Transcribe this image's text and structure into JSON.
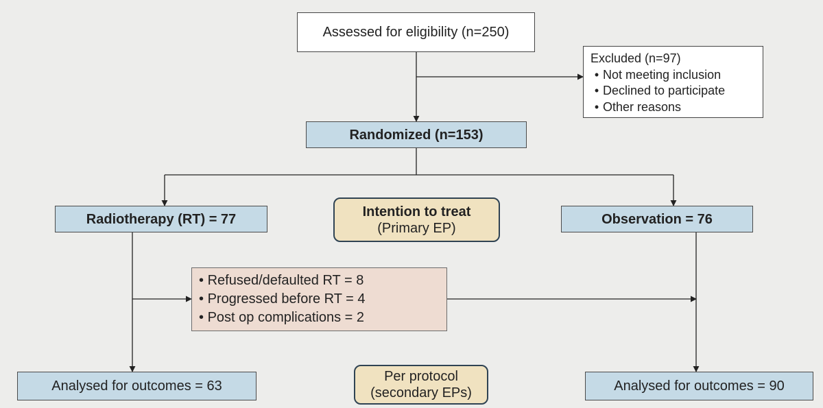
{
  "assessed": "Assessed for eligibility (n=250)",
  "excluded": {
    "title": "Excluded (n=97)",
    "items": [
      "Not meeting inclusion",
      "Declined to participate",
      "Other reasons"
    ]
  },
  "randomized": "Randomized (n=153)",
  "rt_arm": "Radiotherapy (RT) = 77",
  "observation_arm": "Observation = 76",
  "itt": {
    "title": "Intention to treat",
    "subtitle": "(Primary EP)"
  },
  "crossover": {
    "bullet": "•",
    "items": [
      "Refused/defaulted RT = 8",
      "Progressed before RT = 4",
      "Post op complications = 2"
    ]
  },
  "rt_analysed": "Analysed for outcomes = 63",
  "obs_analysed": "Analysed for outcomes = 90",
  "per_protocol": {
    "line1": "Per protocol",
    "line2": "(secondary EPs)"
  }
}
